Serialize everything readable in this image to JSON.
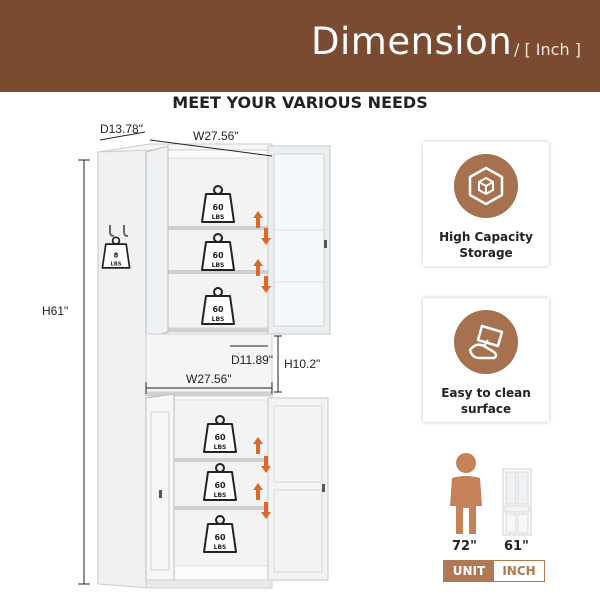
{
  "banner": {
    "title": "Dimension",
    "unit": "/ [ Inch ]"
  },
  "subtitle": "MEET YOUR VARIOUS NEEDS",
  "dimensions": {
    "depth": "D13.78\"",
    "width_top": "W27.56\"",
    "height": "H61\"",
    "inner_depth": "D11.89\"",
    "gap_height": "H10.2\"",
    "width_mid": "W27.56\""
  },
  "weights": {
    "value": "60",
    "unit": "LBS",
    "side_value": "8",
    "side_unit": "LBS"
  },
  "features": [
    {
      "icon": "capacity-box-icon",
      "label_line1": "High Capacity",
      "label_line2": "Storage"
    },
    {
      "icon": "clean-wipe-icon",
      "label_line1": "Easy to clean",
      "label_line2": "surface"
    }
  ],
  "comparison": {
    "person_height": "72\"",
    "cabinet_height": "61\""
  },
  "unit_toggle": {
    "active": "UNIT",
    "inactive": "INCH"
  },
  "colors": {
    "banner": "#7a4b31",
    "accent": "#b07854",
    "icon_fill": "#a5714f"
  }
}
